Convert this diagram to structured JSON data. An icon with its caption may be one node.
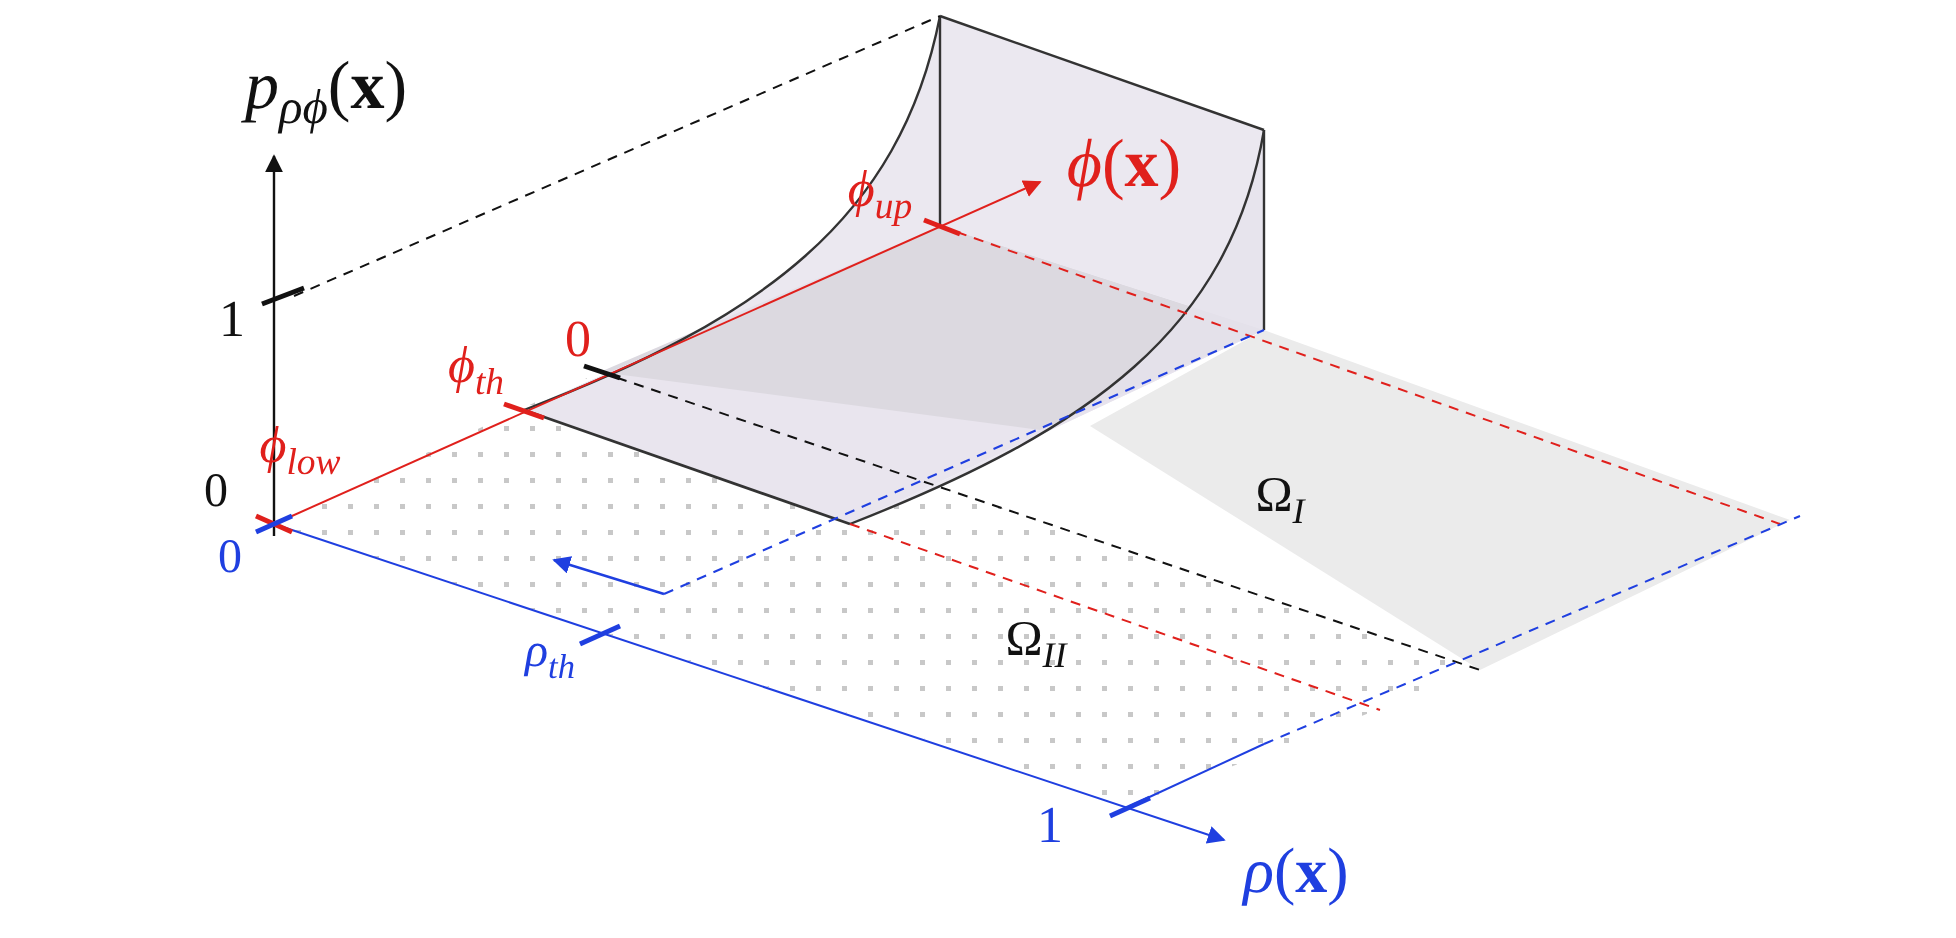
{
  "diagram": {
    "labels": [
      "*p*$_{ρϕ}$(**x**)",
      "*ϕ*$_{up}$",
      "*ϕ*(**x**)",
      "1",
      "0",
      "*ϕ*$_{th}$",
      "*ϕ*$_{low}$",
      "Ω$_{I}$",
      "0",
      "0",
      "Ω$_{II}$",
      "*ρ*$_{th}$",
      "1",
      "*ρ*(**x**)"
    ]
  }
}
